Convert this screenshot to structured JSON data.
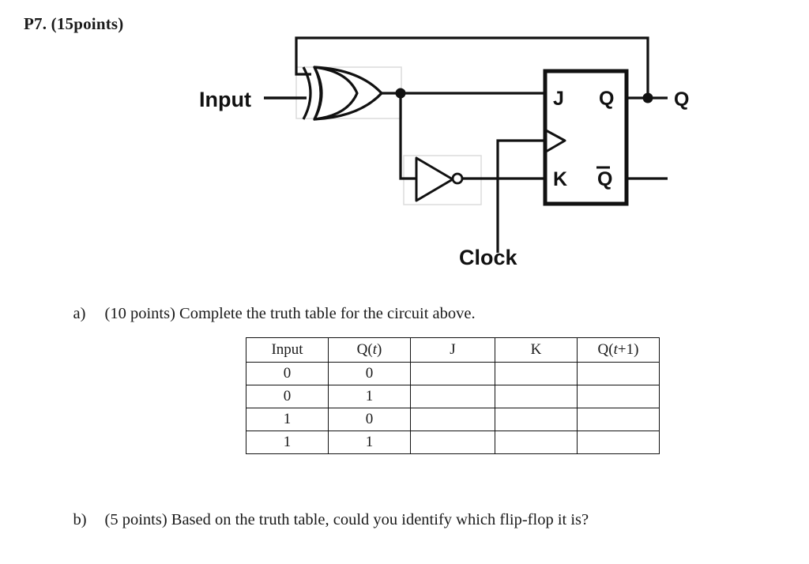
{
  "document": {
    "problem_title": "P7. (15points)"
  },
  "circuit": {
    "input_label": "Input",
    "clock_label": "Clock",
    "output_label": "Q",
    "flipflop": {
      "j_label": "J",
      "k_label": "K",
      "q_label": "Q",
      "qbar_label": "Q",
      "qbar_overline": true
    },
    "gates": [
      {
        "name": "xor-gate",
        "type": "XOR"
      },
      {
        "name": "not-gate",
        "type": "NOT"
      }
    ],
    "colors": {
      "wire": "#111111",
      "gate_outline": "#111111",
      "gate_bbox": "#d9d9d9"
    }
  },
  "questions": {
    "a": {
      "marker": "a)",
      "text": "(10 points) Complete the truth table for the circuit above."
    },
    "b": {
      "marker": "b)",
      "text": "(5 points) Based on the truth table, could you identify which flip-flop it is?"
    }
  },
  "truth_table": {
    "headers": [
      {
        "pre": "Input",
        "ital": "",
        "post": ""
      },
      {
        "pre": "Q(",
        "ital": "t",
        "post": ")"
      },
      {
        "pre": "J",
        "ital": "",
        "post": ""
      },
      {
        "pre": "K",
        "ital": "",
        "post": ""
      },
      {
        "pre": "Q(",
        "ital": "t",
        "post": "+1)"
      }
    ],
    "rows": [
      {
        "input": "0",
        "qt": "0",
        "j": "",
        "k": "",
        "qt1": ""
      },
      {
        "input": "0",
        "qt": "1",
        "j": "",
        "k": "",
        "qt1": ""
      },
      {
        "input": "1",
        "qt": "0",
        "j": "",
        "k": "",
        "qt1": ""
      },
      {
        "input": "1",
        "qt": "1",
        "j": "",
        "k": "",
        "qt1": ""
      }
    ]
  }
}
